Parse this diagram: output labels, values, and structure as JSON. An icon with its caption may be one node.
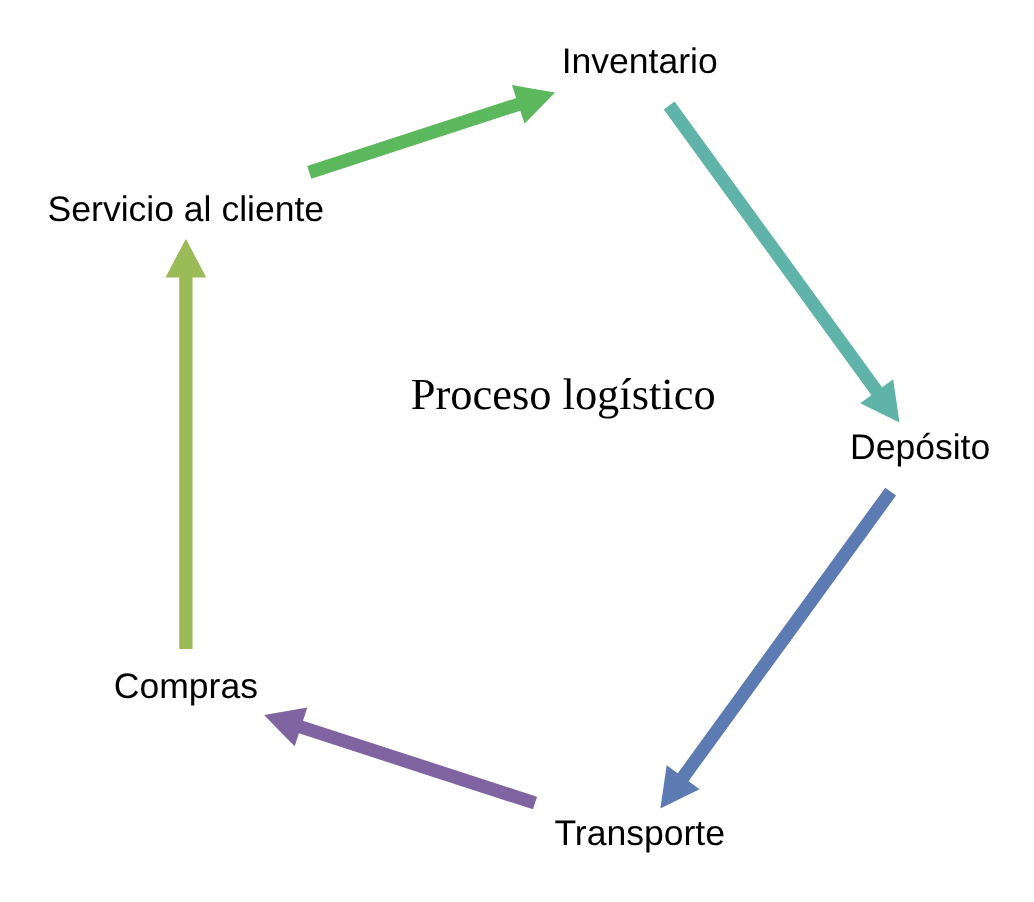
{
  "diagram": {
    "nodes": [
      {
        "text": [
          "Transporte"
        ]
      },
      {
        "text": [
          "Compras"
        ]
      },
      {
        "text": [
          "Servicio al cliente"
        ]
      },
      {
        "text": [
          "Inventario"
        ]
      },
      {
        "text": [
          "Depósito"
        ]
      }
    ],
    "edges": [
      {
        "from": 0,
        "to": 1,
        "arrow": "to",
        "color": "#8064a2"
      },
      {
        "from": 1,
        "to": 2,
        "arrow": "to",
        "color": "#9bbb59"
      },
      {
        "from": 2,
        "to": 3,
        "arrow": "to",
        "color": "#5cb85c"
      },
      {
        "from": 3,
        "to": 4,
        "arrow": "to",
        "color": "#5fb3a8"
      },
      {
        "from": 4,
        "to": 0,
        "arrow": "to",
        "color": "#5b7bb2"
      }
    ],
    "labels": [
      "Proceso logístico"
    ]
  }
}
